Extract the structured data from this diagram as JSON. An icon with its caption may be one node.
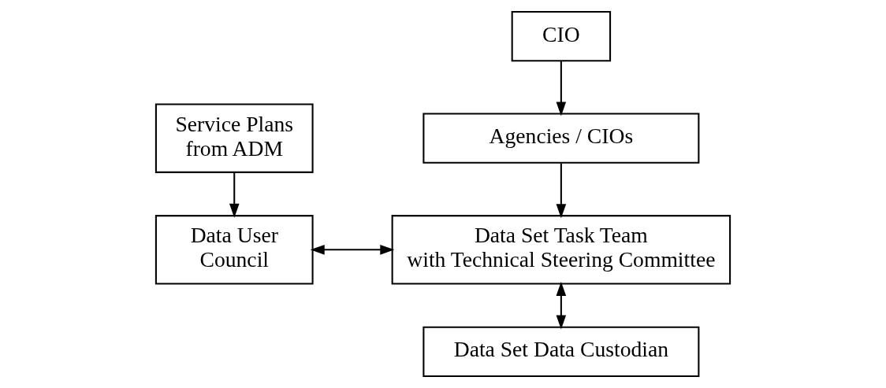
{
  "diagram": {
    "nodes": [
      {
        "text": [
          "CIO"
        ]
      },
      {
        "text": [
          "Service Plans from ADM"
        ]
      },
      {
        "text": [
          "Agencies / CIOs"
        ]
      },
      {
        "text": [
          "Data User Council"
        ]
      },
      {
        "text": [
          "Data Set Task Team with Technical Steering Committee"
        ]
      },
      {
        "text": [
          "Data Set Data Custodian"
        ]
      }
    ],
    "edges": [
      {
        "from": 0,
        "to": 2,
        "arrow": "to"
      },
      {
        "from": 1,
        "to": 3,
        "arrow": "to"
      },
      {
        "from": 2,
        "to": 4,
        "arrow": "to"
      },
      {
        "from": 3,
        "to": 4,
        "arrow": "both"
      },
      {
        "from": 4,
        "to": 5,
        "arrow": "both"
      }
    ]
  }
}
